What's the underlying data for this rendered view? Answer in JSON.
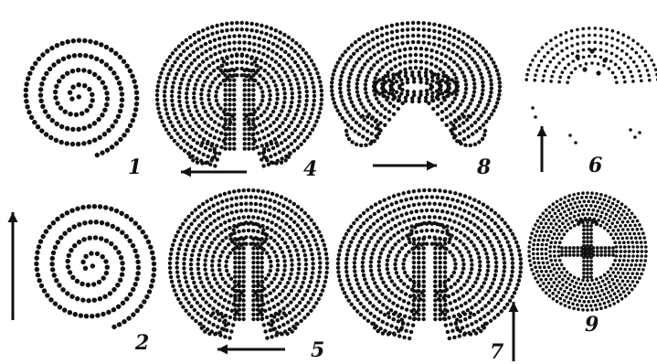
{
  "figure": {
    "ink_color": "#111111",
    "background": "#ffffff",
    "panels": [
      {
        "id": "1",
        "label": "1",
        "kind": "spiral"
      },
      {
        "id": "2",
        "label": "2",
        "kind": "spiral"
      },
      {
        "id": "4",
        "label": "4",
        "kind": "labyrinth"
      },
      {
        "id": "5",
        "label": "5",
        "kind": "labyrinth"
      },
      {
        "id": "8",
        "label": "8",
        "kind": "labyrinth"
      },
      {
        "id": "7",
        "label": "7",
        "kind": "labyrinth"
      },
      {
        "id": "6",
        "label": "6",
        "kind": "partial-arcs"
      },
      {
        "id": "9",
        "label": "9",
        "kind": "cross-in-circle"
      }
    ],
    "arrows": [
      {
        "id": "left-vertical",
        "direction": "up"
      },
      {
        "id": "under-4",
        "direction": "left"
      },
      {
        "id": "under-8",
        "direction": "right"
      },
      {
        "id": "under-5",
        "direction": "left"
      },
      {
        "id": "beside-7",
        "direction": "up"
      },
      {
        "id": "beside-6",
        "direction": "up"
      }
    ]
  }
}
